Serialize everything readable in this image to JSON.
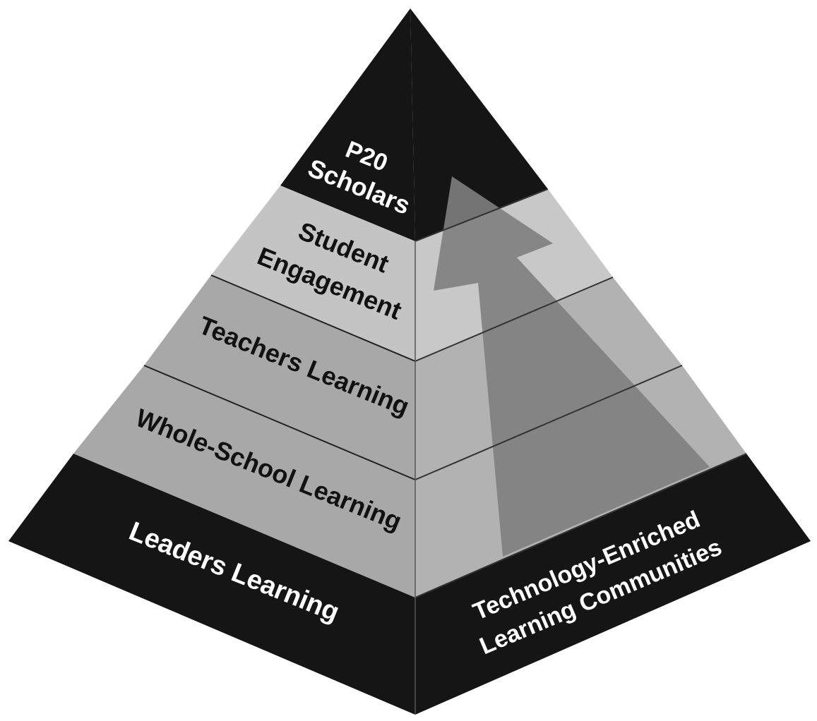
{
  "diagram": {
    "levels": {
      "top": {
        "line1": "P20",
        "line2": "Scholars"
      },
      "student": {
        "line1": "Student",
        "line2": "Engagement"
      },
      "teachers": {
        "label": "Teachers Learning"
      },
      "whole_school": {
        "label": "Whole-School Learning"
      },
      "leaders": {
        "label": "Leaders Learning"
      }
    },
    "right_face": {
      "line1": "Technology-Enriched",
      "line2": "Learning Communities"
    }
  },
  "colors": {
    "dark_band": "#151515",
    "student_band": "#c4c4c4",
    "mid_band": "#a8a8a8",
    "right_mid": "#b2b2b2",
    "right_light": "#c8c8c8",
    "arrow": "#7e7e7e",
    "text_dark": "#111111",
    "text_light": "#ffffff"
  }
}
